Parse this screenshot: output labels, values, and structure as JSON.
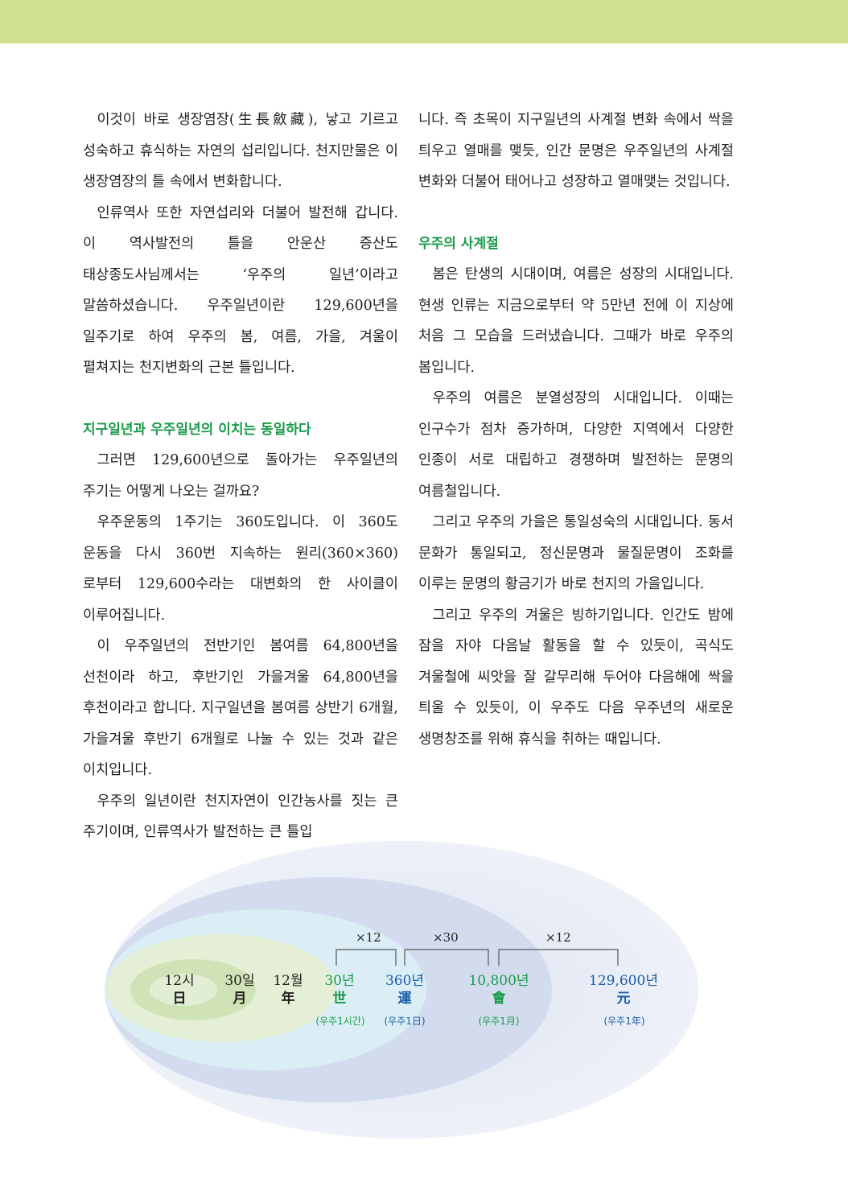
{
  "colors": {
    "band": "#cfe08e",
    "heading": "#1a9a4a",
    "blue": "#1c5ea8"
  },
  "left": {
    "p1": "이것이 바로 생장염장(生長斂藏), 낳고 기르고 성숙하고 휴식하는 자연의 섭리입니다. 천지만물은 이 생장염장의 틀 속에서 변화합니다.",
    "p2": "인류역사 또한 자연섭리와 더불어 발전해 갑니다. 이 역사발전의 틀을 안운산 증산도 태상종도사님께서는 ‘우주의 일년’이라고 말씀하셨습니다. 우주일년이란 129,600년을 일주기로 하여 우주의 봄, 여름, 가을, 겨울이 펼쳐지는 천지변화의 근본 틀입니다.",
    "heading": "지구일년과 우주일년의 이치는 동일하다",
    "p3": "그러면 129,600년으로 돌아가는 우주일년의 주기는 어떻게 나오는 걸까요?",
    "p4": "우주운동의 1주기는 360도입니다. 이 360도 운동을 다시 360번 지속하는 원리(360×360)로부터 129,600수라는 대변화의 한 사이클이 이루어집니다.",
    "p5": "이 우주일년의 전반기인 봄여름 64,800년을 선천이라 하고, 후반기인 가을겨울 64,800년을 후천이라고 합니다. 지구일년을 봄여름 상반기 6개월, 가을겨울 후반기 6개월로 나눌 수 있는 것과 같은 이치입니다.",
    "p6": "우주의 일년이란 천지자연이 인간농사를 짓는 큰 주기이며, 인류역사가 발전하는 큰 틀입"
  },
  "right": {
    "p1": "니다. 즉 초목이 지구일년의 사계절 변화 속에서 싹을 틔우고 열매를 맺듯, 인간 문명은 우주일년의 사계절 변화와 더불어 태어나고 성장하고 열매맺는 것입니다.",
    "heading": "우주의 사계절",
    "p2": "봄은 탄생의 시대이며, 여름은 성장의 시대입니다. 현생 인류는 지금으로부터 약 5만년 전에 이 지상에 처음 그 모습을 드러냈습니다. 그때가 바로 우주의 봄입니다.",
    "p3": "우주의 여름은 분열성장의 시대입니다. 이때는 인구수가 점차 증가하며, 다양한 지역에서 다양한 인종이 서로 대립하고 경쟁하며 발전하는 문명의 여름철입니다.",
    "p4": "그리고 우주의 가을은 통일성숙의 시대입니다. 동서 문화가 통일되고, 정신문명과 물질문명이 조화를 이루는 문명의 황금기가 바로 천지의 가을입니다.",
    "p5": "그리고 우주의 겨울은 빙하기입니다. 인간도 밤에 잠을 자야 다음날 활동을 할 수 있듯이, 곡식도 겨울철에 씨앗을 잘 갈무리해 두어야 다음해에 싹을 틔울 수 있듯이, 이 우주도 다음 우주년의 새로운 생명창조를 위해 휴식을 취하는 때입니다."
  },
  "diagram": {
    "multipliers": [
      "×12",
      "×30",
      "×12"
    ],
    "units": [
      {
        "top": "12시",
        "bottom": "日"
      },
      {
        "top": "30일",
        "bottom": "月"
      },
      {
        "top": "12월",
        "bottom": "年"
      },
      {
        "top": "30년",
        "bottom": "世",
        "note": "(우주1시간)"
      },
      {
        "top": "360년",
        "bottom": "運",
        "note": "(우주1日)"
      },
      {
        "top": "10,800년",
        "bottom": "會",
        "note": "(우주1月)"
      },
      {
        "top": "129,600년",
        "bottom": "元",
        "note": "(우주1年)"
      }
    ]
  }
}
